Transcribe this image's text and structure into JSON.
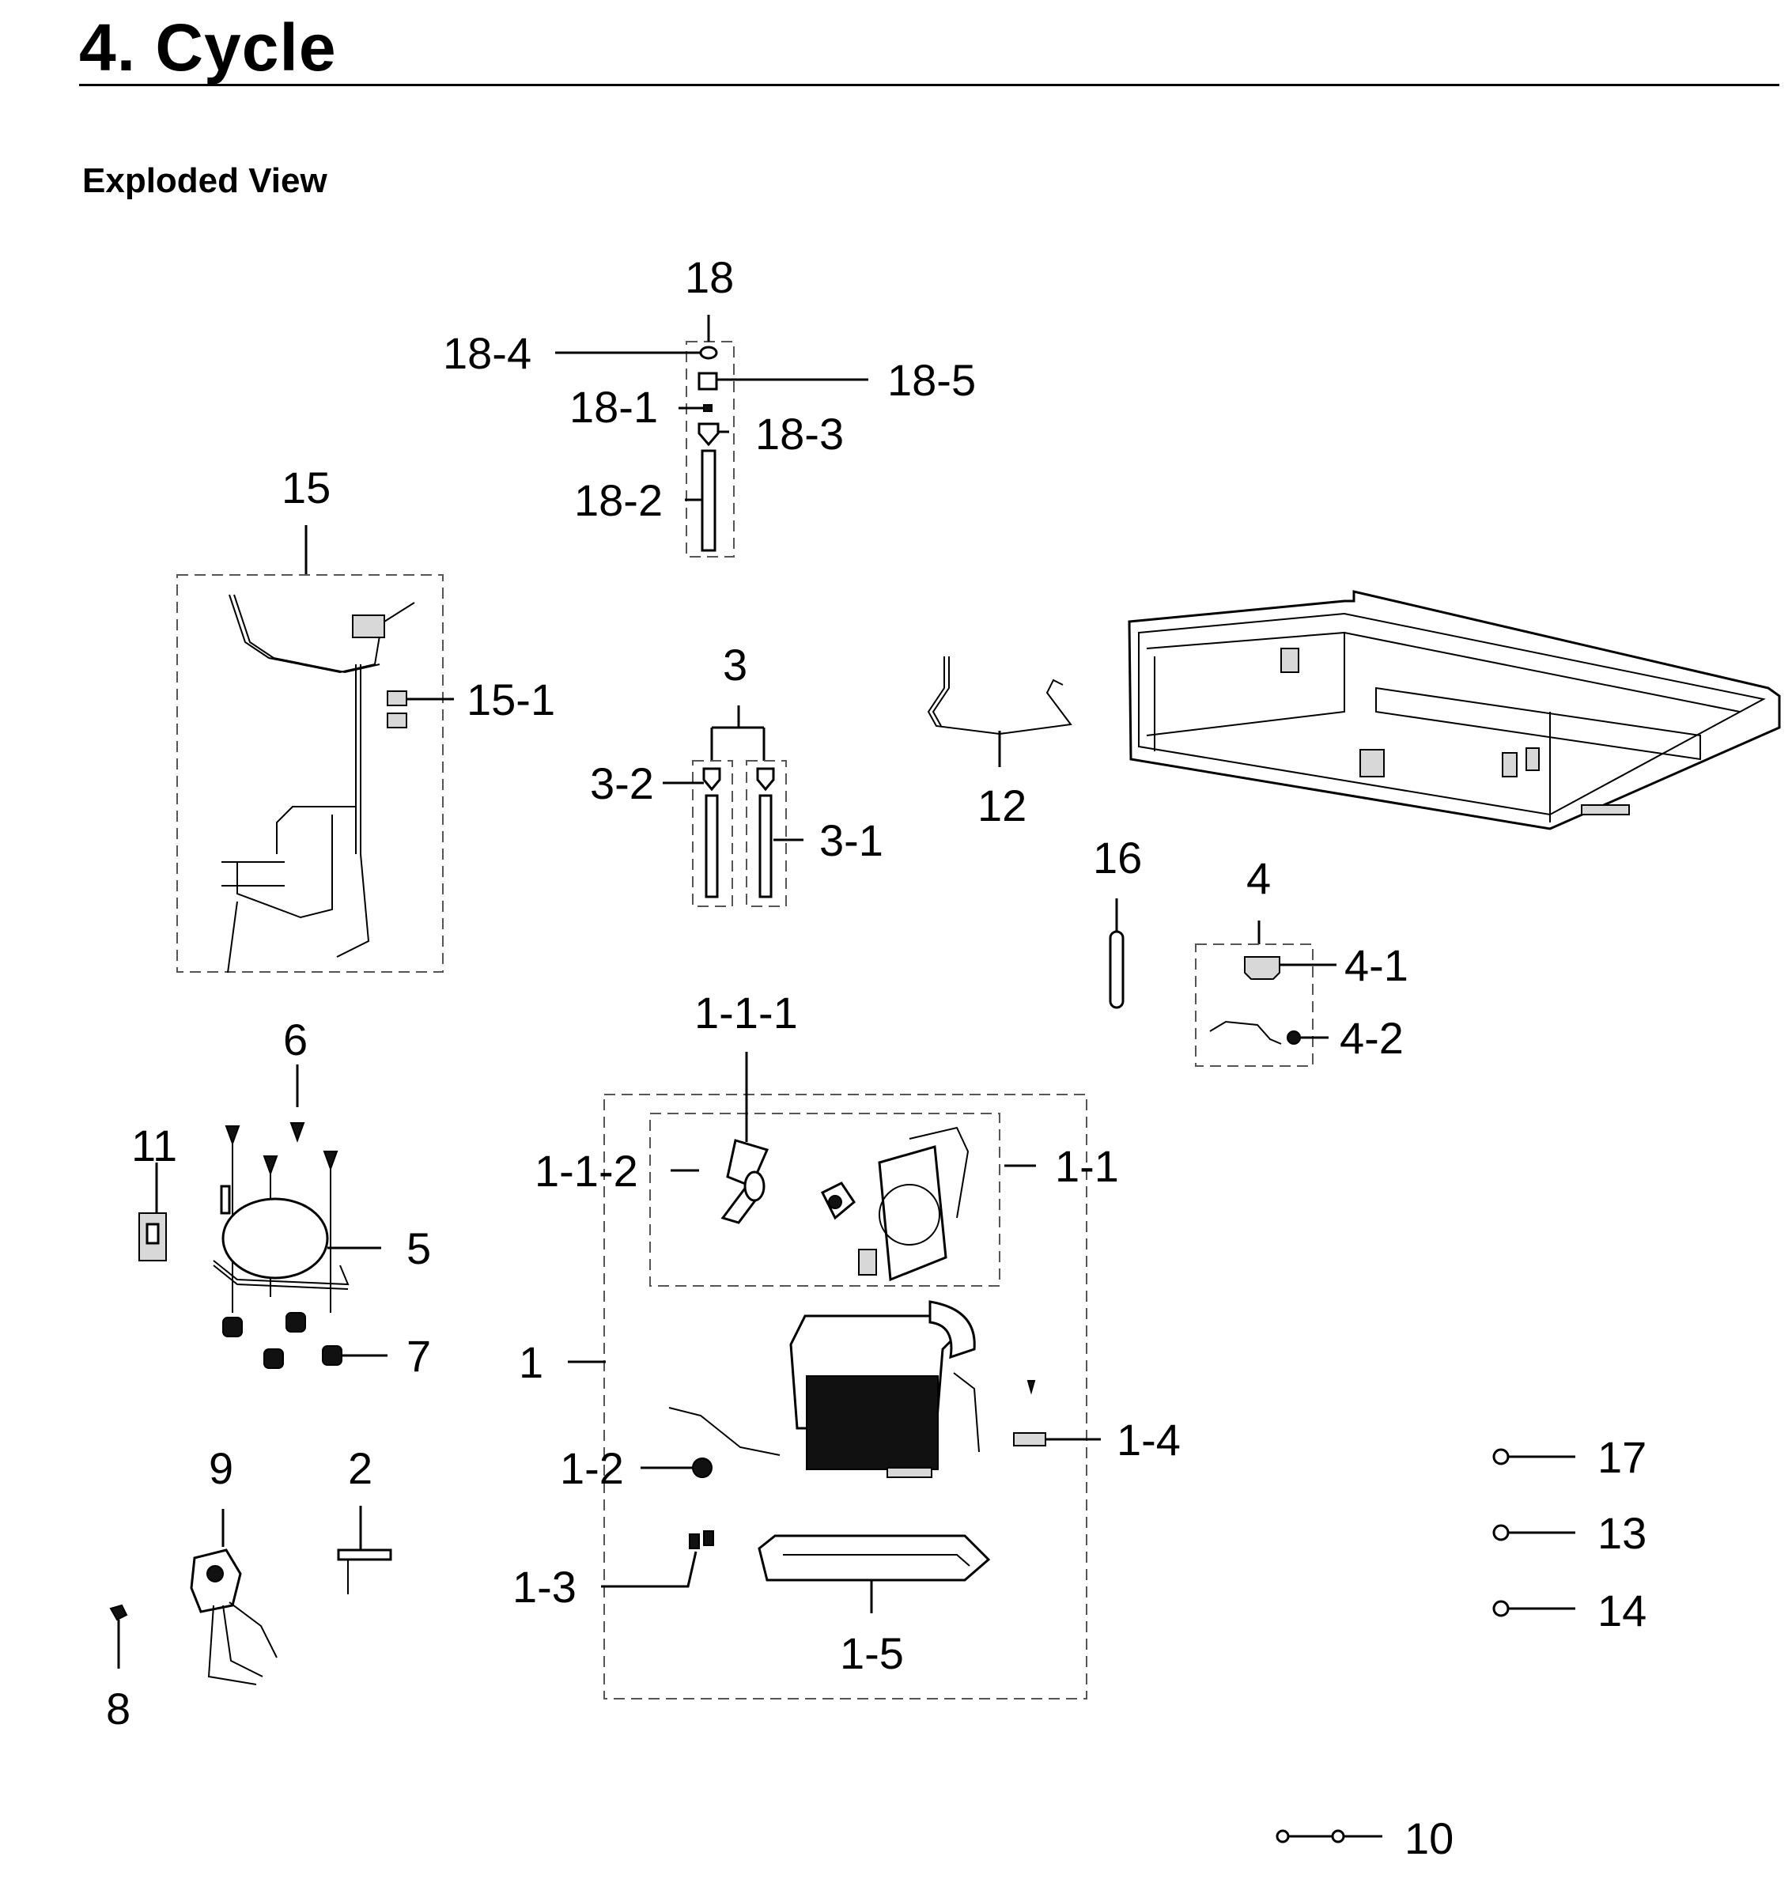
{
  "page": {
    "title": "4.  Cycle",
    "section": "Exploded View"
  },
  "callouts": {
    "c18": "18",
    "c18_4": "18-4",
    "c18_5": "18-5",
    "c18_1": "18-1",
    "c18_3": "18-3",
    "c18_2": "18-2",
    "c15": "15",
    "c15_1": "15-1",
    "c3": "3",
    "c3_2": "3-2",
    "c3_1": "3-1",
    "c12": "12",
    "c16": "16",
    "c4": "4",
    "c4_1": "4-1",
    "c4_2": "4-2",
    "c6": "6",
    "c11": "11",
    "c5": "5",
    "c7": "7",
    "c1_1_1": "1-1-1",
    "c1_1_2": "1-1-2",
    "c1_1": "1-1",
    "c1": "1",
    "c1_2": "1-2",
    "c1_3": "1-3",
    "c1_4": "1-4",
    "c1_5": "1-5",
    "c9": "9",
    "c2": "2",
    "c8": "8",
    "c17": "17",
    "c13": "13",
    "c14": "14",
    "c10": "10"
  }
}
